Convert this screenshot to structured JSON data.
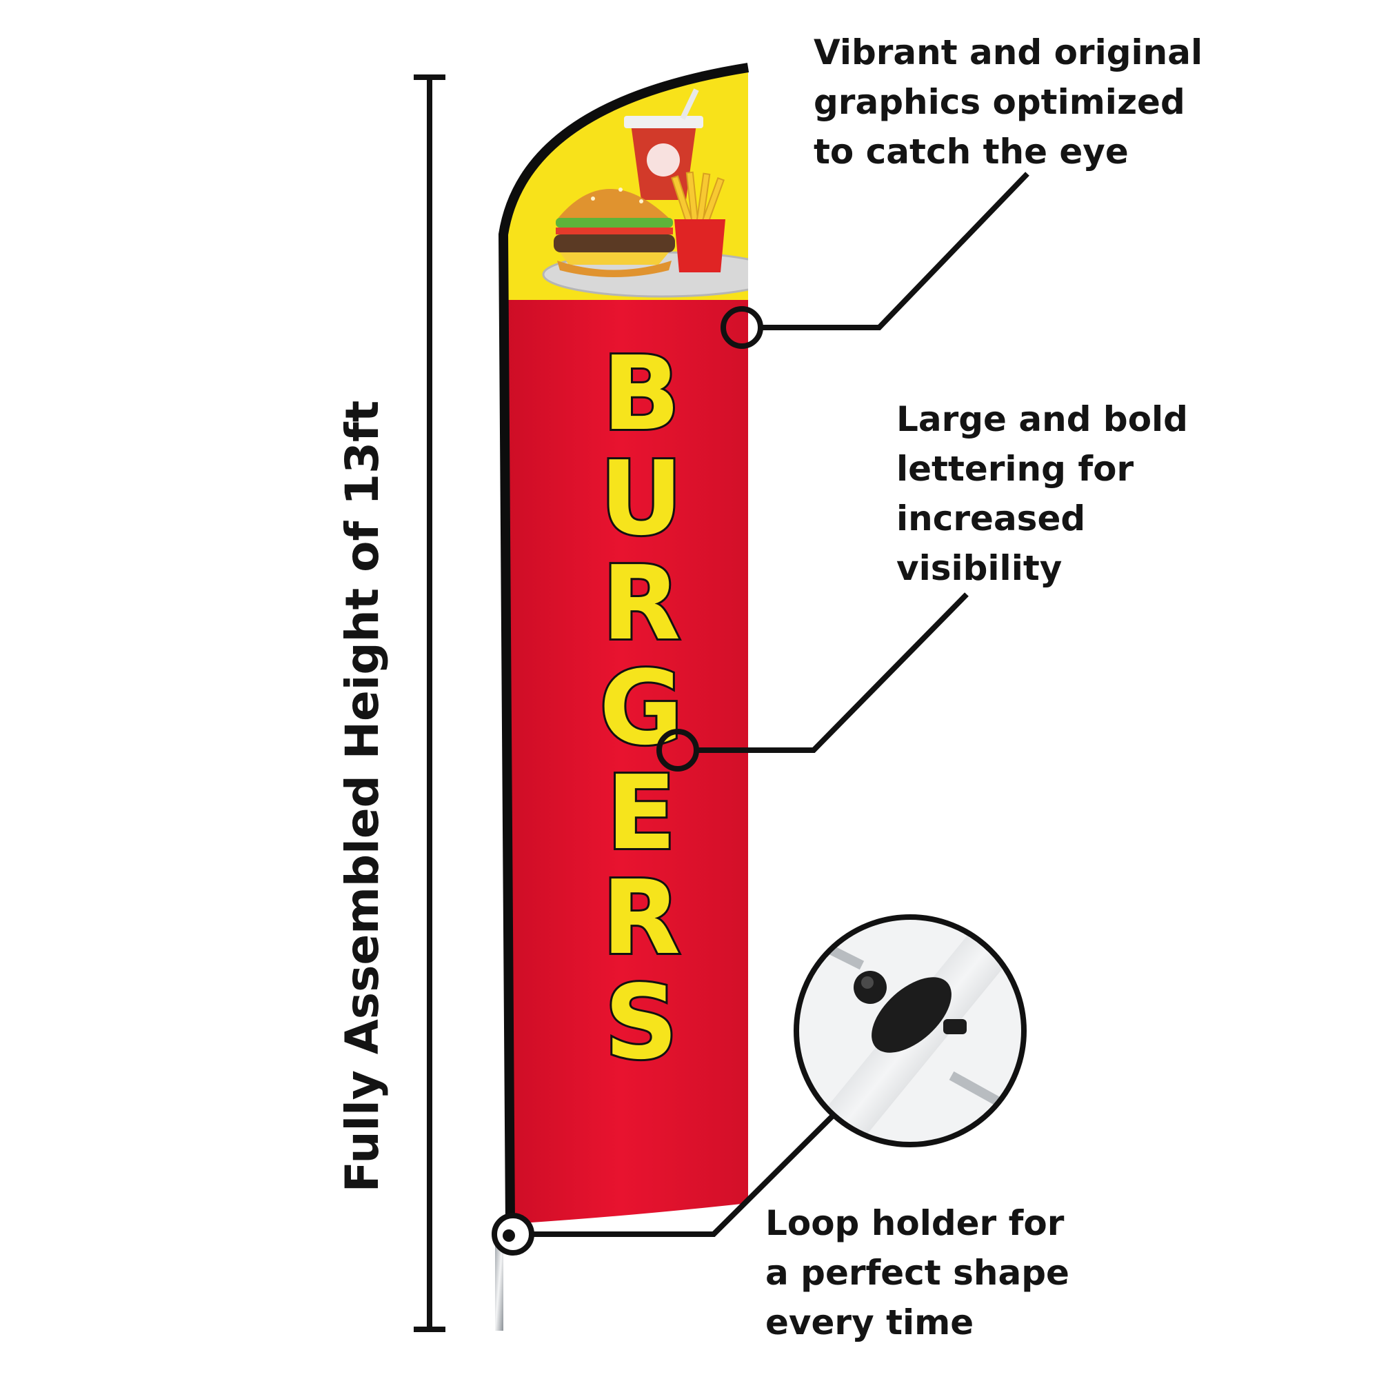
{
  "height_label": "Fully Assembled Height of 13ft",
  "flag": {
    "word": "BURGERS",
    "letters": [
      "B",
      "U",
      "R",
      "G",
      "E",
      "R",
      "S"
    ],
    "colors": {
      "top": "#f8e21a",
      "body": "#e00f2a",
      "letters": "#f6e41c",
      "outline": "#111111"
    }
  },
  "callouts": {
    "graphics": {
      "lines": [
        "Vibrant and original",
        "graphics optimized",
        "to catch the eye"
      ]
    },
    "lettering": {
      "lines": [
        "Large and bold",
        "lettering for",
        "increased",
        "visibility"
      ]
    },
    "loop": {
      "lines": [
        "Loop holder for",
        "a perfect shape",
        "every time"
      ]
    }
  }
}
